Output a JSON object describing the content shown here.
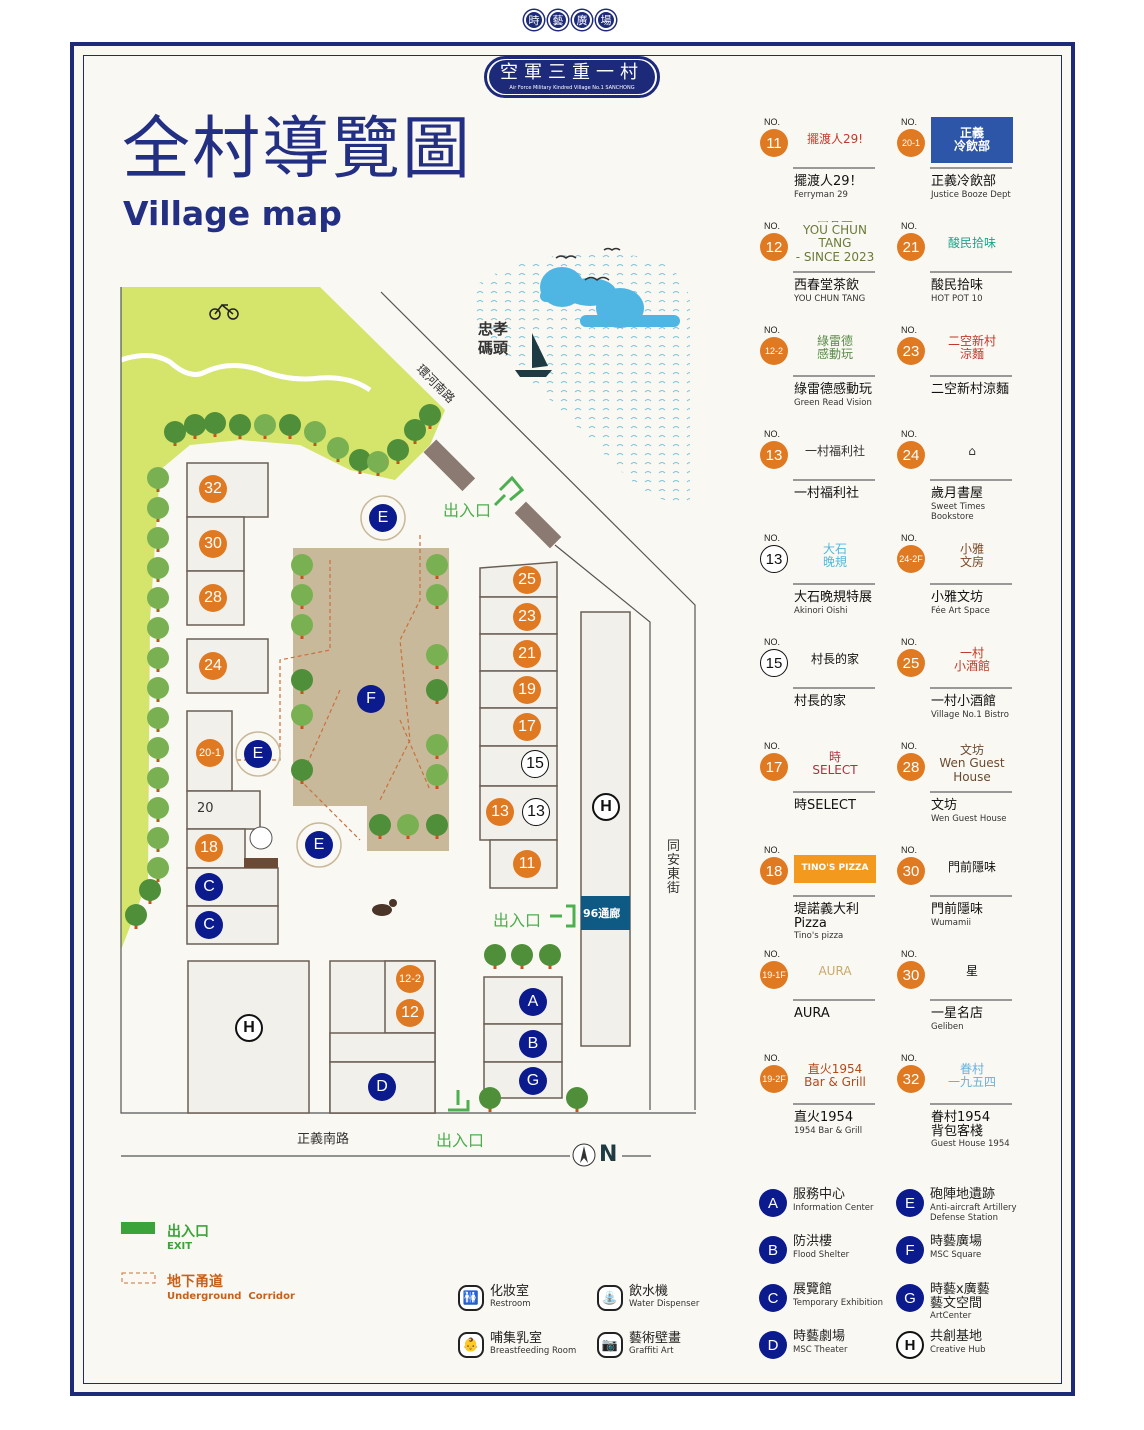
{
  "logo": {
    "top_chars": [
      "時",
      "藝",
      "廣",
      "場"
    ],
    "name": "空軍三重一村",
    "subtitle": "Air Force Military Kindred Village No.1 SANCHONG"
  },
  "title": {
    "zh": "全村導覽圖",
    "en": "Village map"
  },
  "colors": {
    "navy": "#1d2a7a",
    "orange": "#e07a22",
    "blue_marker": "#0b1a8c",
    "exit_green": "#4caf50",
    "park_green": "#d5e46b",
    "plaza_tan": "#c9b99b",
    "corridor": "#c8703a",
    "passage_blue": "#0e5a84"
  },
  "map": {
    "roads": {
      "south": "正義南路",
      "east": "同安東街",
      "northwest": "環河南路"
    },
    "pier": "忠孝碼頭",
    "exits": [
      "出入口",
      "出入口",
      "出入口"
    ],
    "passage": "96通廊",
    "building_20": "20",
    "compass": "N",
    "markers": [
      {
        "label": "32",
        "style": "orange"
      },
      {
        "label": "30",
        "style": "orange"
      },
      {
        "label": "28",
        "style": "orange"
      },
      {
        "label": "24",
        "style": "orange"
      },
      {
        "label": "20-1",
        "style": "orange"
      },
      {
        "label": "18",
        "style": "orange"
      },
      {
        "label": "25",
        "style": "orange"
      },
      {
        "label": "23",
        "style": "orange"
      },
      {
        "label": "21",
        "style": "orange"
      },
      {
        "label": "19",
        "style": "orange"
      },
      {
        "label": "17",
        "style": "orange"
      },
      {
        "label": "13",
        "style": "orange"
      },
      {
        "label": "11",
        "style": "orange"
      },
      {
        "label": "12-2",
        "style": "orange"
      },
      {
        "label": "12",
        "style": "orange"
      },
      {
        "label": "15",
        "style": "outline"
      },
      {
        "label": "13",
        "style": "outline"
      },
      {
        "label": "E",
        "style": "blue"
      },
      {
        "label": "E",
        "style": "blue"
      },
      {
        "label": "E",
        "style": "blue"
      },
      {
        "label": "F",
        "style": "blue"
      },
      {
        "label": "C",
        "style": "blue"
      },
      {
        "label": "C",
        "style": "blue"
      },
      {
        "label": "A",
        "style": "blue"
      },
      {
        "label": "B",
        "style": "blue"
      },
      {
        "label": "G",
        "style": "blue"
      },
      {
        "label": "D",
        "style": "blue"
      },
      {
        "label": "H",
        "style": "hub"
      },
      {
        "label": "H",
        "style": "hub"
      }
    ]
  },
  "shops": [
    {
      "no_label": "NO.",
      "no": "11",
      "style": "filled",
      "logo": "擺渡人29!",
      "name": "擺渡人29！",
      "en": "Ferryman 29"
    },
    {
      "no_label": "NO.",
      "no": "20-1",
      "style": "filled",
      "logo": "正義\n冷飲部",
      "name": "正義冷飲部",
      "en": "Justice Booze Dept"
    },
    {
      "no_label": "NO.",
      "no": "12",
      "style": "filled",
      "logo": "西春堂\nYOU CHUN TANG\n- SINCE 2023 -",
      "name": "西春堂茶飲",
      "en": "YOU CHUN TANG"
    },
    {
      "no_label": "NO.",
      "no": "21",
      "style": "filled",
      "logo": "酸民拾味",
      "name": "酸民拾味",
      "en": "HOT POT 10"
    },
    {
      "no_label": "NO.",
      "no": "12-2",
      "style": "filled",
      "logo": "綠雷德\n感動玩",
      "name": "綠雷德感動玩",
      "en": "Green Read Vision"
    },
    {
      "no_label": "NO.",
      "no": "23",
      "style": "filled",
      "logo": "二空新村\n涼麵",
      "name": "二空新村涼麵",
      "en": ""
    },
    {
      "no_label": "NO.",
      "no": "13",
      "style": "filled",
      "logo": "一村福利社",
      "name": "一村福利社",
      "en": ""
    },
    {
      "no_label": "NO.",
      "no": "24",
      "style": "filled",
      "logo": "⌂",
      "name": "歲月書屋",
      "en": "Sweet Times Bookstore"
    },
    {
      "no_label": "NO.",
      "no": "13",
      "style": "outline",
      "logo": "大石\n晚規",
      "name": "大石晚規特展",
      "en": "Akinori Oishi"
    },
    {
      "no_label": "NO.",
      "no": "24-2F",
      "style": "filled",
      "logo": "小雅\n文房",
      "name": "小雅文坊",
      "en": "Fée Art Space"
    },
    {
      "no_label": "NO.",
      "no": "15",
      "style": "outline",
      "logo": "村長的家",
      "name": "村長的家",
      "en": ""
    },
    {
      "no_label": "NO.",
      "no": "25",
      "style": "filled",
      "logo": "一村\n小酒館",
      "name": "一村小酒館",
      "en": "Village No.1 Bistro"
    },
    {
      "no_label": "NO.",
      "no": "17",
      "style": "filled",
      "logo": "時\nSELECT",
      "name": "時SELECT",
      "en": ""
    },
    {
      "no_label": "NO.",
      "no": "28",
      "style": "filled",
      "logo": "文坊\nWen Guest House",
      "name": "文坊",
      "en": "Wen Guest House"
    },
    {
      "no_label": "NO.",
      "no": "18",
      "style": "filled",
      "logo": "TINO'S PIZZA",
      "name": "堤諾義大利\nPizza",
      "en": "Tino's pizza"
    },
    {
      "no_label": "NO.",
      "no": "30",
      "style": "filled",
      "logo": "門前隱味",
      "name": "門前隱味",
      "en": "Wumamii"
    },
    {
      "no_label": "NO.",
      "no": "19-1F",
      "style": "filled",
      "logo": "AURA",
      "name": "AURA",
      "en": ""
    },
    {
      "no_label": "NO.",
      "no": "30",
      "style": "filled",
      "logo": "星",
      "name": "一星名店",
      "en": "Geliben"
    },
    {
      "no_label": "NO.",
      "no": "19-2F",
      "style": "filled",
      "logo": "直火1954\nBar & Grill",
      "name": "直火1954",
      "en": "1954 Bar & Grill"
    },
    {
      "no_label": "NO.",
      "no": "32",
      "style": "filled",
      "logo": "眷村\n一九五四",
      "name": "眷村1954\n背包客棧",
      "en": "Guest House 1954"
    }
  ],
  "facilities": [
    {
      "letter": "A",
      "name": "服務中心",
      "en": "Information Center"
    },
    {
      "letter": "E",
      "name": "砲陣地遺跡",
      "en": "Anti-aircraft Artillery Defense Station"
    },
    {
      "letter": "B",
      "name": "防洪樓",
      "en": "Flood Shelter"
    },
    {
      "letter": "F",
      "name": "時藝廣場",
      "en": "MSC  Square"
    },
    {
      "letter": "C",
      "name": "展覽館",
      "en": "Temporary Exhibition"
    },
    {
      "letter": "G",
      "name": "時藝x廣藝\n藝文空間",
      "en": "ArtCenter"
    },
    {
      "letter": "D",
      "name": "時藝劇場",
      "en": "MSC Theater"
    },
    {
      "letter": "H",
      "name": "共創基地",
      "en": "Creative Hub"
    }
  ],
  "legend": {
    "exit": {
      "zh": "出入口",
      "en": "EXIT"
    },
    "corridor": {
      "zh": "地下甬道",
      "en": "Underground  Corridor"
    },
    "amenities": [
      {
        "icon": "restroom-icon",
        "glyph": "🚻",
        "zh": "化妝室",
        "en": "Restroom"
      },
      {
        "icon": "water-dispenser-icon",
        "glyph": "⛲",
        "zh": "飲水機",
        "en": "Water Dispenser"
      },
      {
        "icon": "breastfeeding-icon",
        "glyph": "👶",
        "zh": "哺集乳室",
        "en": "Breastfeeding Room"
      },
      {
        "icon": "camera-icon",
        "glyph": "📷",
        "zh": "藝術壁畫",
        "en": "Graffiti Art"
      }
    ]
  }
}
